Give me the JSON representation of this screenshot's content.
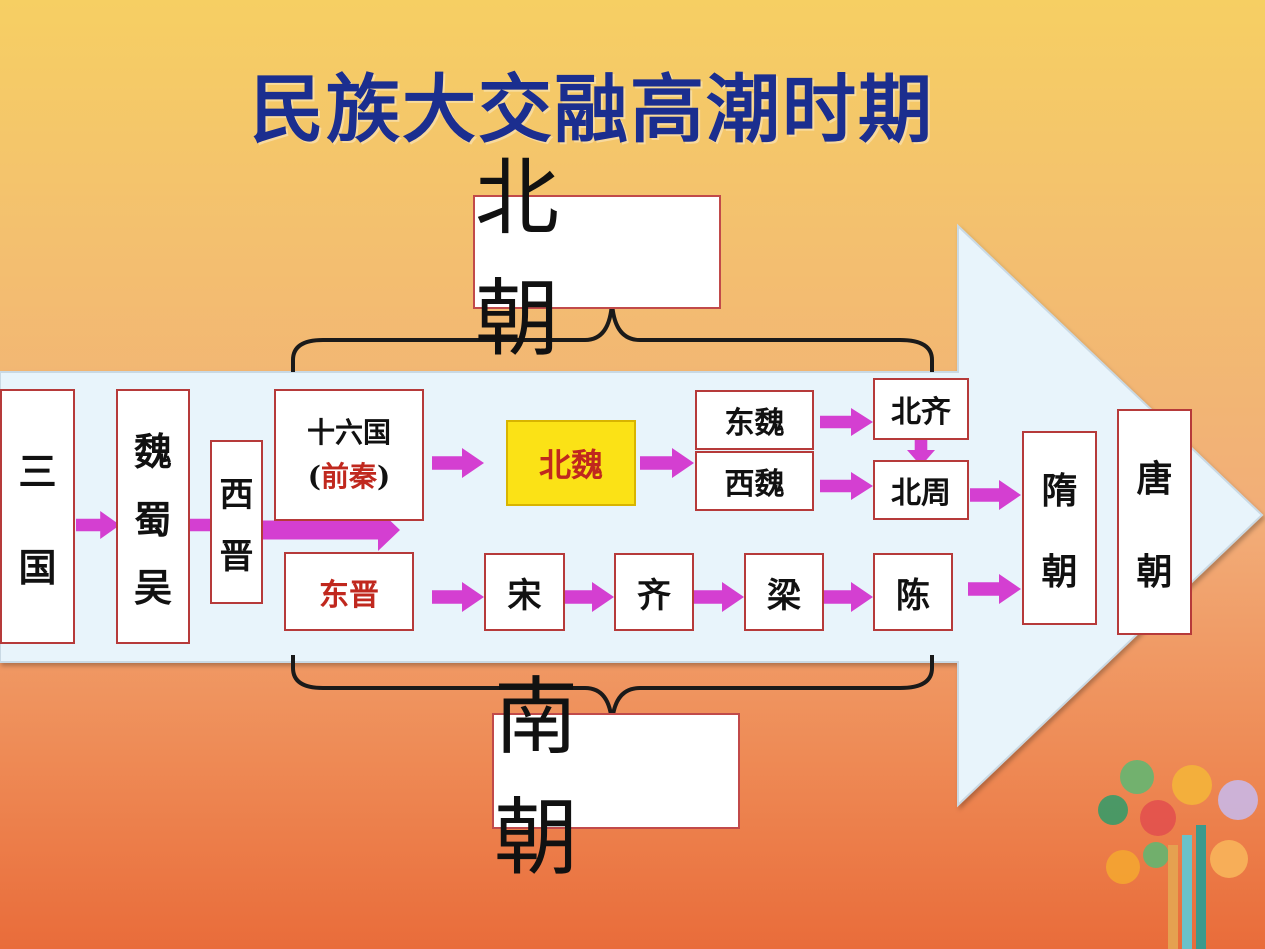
{
  "title": "民族大交融高潮时期",
  "north_label": "北 朝",
  "south_label": "南 朝",
  "boxes": {
    "sanguo": [
      "三",
      "国"
    ],
    "wei_shu_wu": [
      "魏",
      "蜀",
      "吴"
    ],
    "xijin": [
      "西",
      "晋"
    ],
    "shiliuguo": "十六国",
    "qianqin": "前秦",
    "dongjin": "东晋",
    "beiwei": "北魏",
    "dongwei": "东魏",
    "xiwei": "西魏",
    "beiqi": "北齐",
    "beizhou": "北周",
    "song": "宋",
    "qi": "齐",
    "liang": "梁",
    "chen": "陈",
    "suichao": [
      "隋",
      "朝"
    ],
    "tangchao": [
      "唐",
      "朝"
    ]
  },
  "colors": {
    "arrow_fill": "#e8f4fb",
    "flow_arrow": "#d43fd1",
    "box_border": "#b63a3a",
    "title": "#1b2e8f",
    "red_text": "#c0281e",
    "beiwei_bg": "#fbe216"
  }
}
